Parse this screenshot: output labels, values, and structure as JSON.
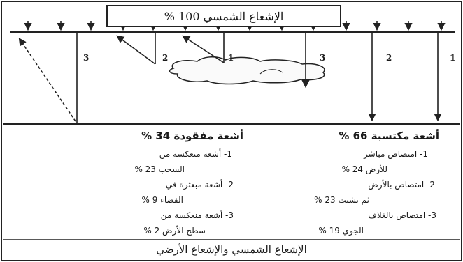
{
  "title": "الإشعاع الشمسي 100 %",
  "caption": "الإشعاع الشمسي والإشعاع الأرضي",
  "labels": {
    "left_3": "3",
    "mid_2": "2",
    "mid_1": "1",
    "mid_3": "3",
    "right_2": "2",
    "right_1": "1"
  },
  "gained": {
    "heading": "أشعة مكتسبة 66 %",
    "lines": [
      "1- امتصاص مباشر",
      "للأرض 24 %",
      "2- امتصاص بالأرض",
      "ثم تشتت 23 %",
      "3- امتصاص بالغلاف",
      "الجوي 19 %"
    ]
  },
  "lost": {
    "heading": "أشعة مفقودة 34 %",
    "lines": [
      "1- أشعة منعكسة من",
      "السحب 23 %",
      "2- أشعة مبعثرة في",
      "الفضاء 9 %",
      "3- أشعة منعكسة من",
      "سطح الأرض 2 %"
    ]
  }
}
